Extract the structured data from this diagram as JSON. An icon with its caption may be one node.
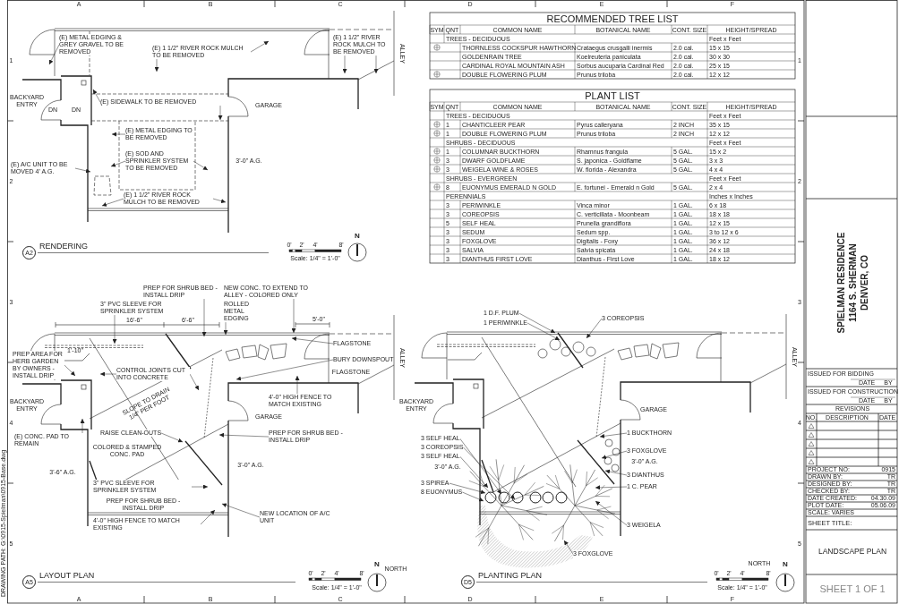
{
  "diagram": {
    "nodes": [
      {
        "text": [
          "(E) METAL EDGING & GREY GRAVEL TO BE REMOVED"
        ]
      },
      {
        "text": [
          "(E) 1 1/2\" RIVER ROCK MULCH TO BE REMOVED"
        ]
      },
      {
        "text": [
          "(E) 1 1/2\" RIVER ROCK MULCH TO BE REMOVED"
        ]
      },
      {
        "text": [
          "(E) SIDEWALK TO BE REMOVED"
        ]
      },
      {
        "text": [
          "(E) METAL EDGING TO BE REMOVED"
        ]
      },
      {
        "text": [
          "(E) SOD AND SPRINKLER SYSTEM TO BE REMOVED"
        ]
      },
      {
        "text": [
          "(E) A/C UNIT TO BE MOVED 4' A.G."
        ]
      },
      {
        "text": [
          "(E) 1 1/2\" RIVER ROCK MULCH TO BE REMOVED"
        ]
      },
      {
        "text": [
          "A2"
        ],
        "beside": [
          "RENDERING"
        ]
      },
      {
        "text": [
          "3\" PVC SLEEVE FOR SPRINKLER SYSTEM"
        ]
      },
      {
        "text": [
          "PREP FOR SHRUB BED - INSTALL DRIP"
        ]
      },
      {
        "text": [
          "NEW CONC. TO EXTEND TO ALLEY - COLORED ONLY"
        ]
      },
      {
        "text": [
          "ROLLED METAL EDGING"
        ]
      },
      {
        "text": [
          "FLAGSTONE"
        ]
      },
      {
        "text": [
          "PREP AREA FOR HERB GARDEN BY OWNERS - INSTALL DRIP"
        ]
      },
      {
        "text": [
          "CONTROL JOINTS CUT INTO CONCRETE"
        ]
      },
      {
        "text": [
          "BURY DOWNSPOUT"
        ]
      },
      {
        "text": [
          "4'-0\" HIGH FENCE TO MATCH EXISTING"
        ]
      },
      {
        "text": [
          "(E) CONC. PAD TO REMAIN"
        ]
      },
      {
        "text": [
          "RAISE CLEAN-OUTS"
        ]
      },
      {
        "text": [
          "PREP FOR SHRUB BED - INSTALL DRIP"
        ]
      },
      {
        "text": [
          "3\" PVC SLEEVE FOR SPRINKLER SYSTEM"
        ]
      },
      {
        "text": [
          "4'-0\" HIGH FENCE TO MATCH EXISTING"
        ]
      },
      {
        "text": [
          "NEW LOCATION OF A/C UNIT"
        ]
      },
      {
        "text": [
          "A5"
        ],
        "beside": [
          "LAYOUT PLAN"
        ]
      },
      {
        "text": [
          "1 D.F. PLUM"
        ]
      },
      {
        "text": [
          "1 PERIWINKLE"
        ]
      },
      {
        "text": [
          "3 COREOPSIS"
        ]
      },
      {
        "text": [
          "3 SELF HEAL"
        ]
      },
      {
        "text": [
          "3 COREOPSIS"
        ]
      },
      {
        "text": [
          "3 SELF HEAL"
        ]
      },
      {
        "text": [
          "3 SPIREA"
        ]
      },
      {
        "text": [
          "8 EUONYMUS"
        ]
      },
      {
        "text": [
          "1 BUCKTHORN"
        ]
      },
      {
        "text": [
          "3 FOXGLOVE"
        ]
      },
      {
        "text": [
          "3 DIANTHUS"
        ]
      },
      {
        "text": [
          "1 C. PEAR"
        ]
      },
      {
        "text": [
          "3 WEIGELA"
        ]
      },
      {
        "text": [
          "3 FOXGLOVE"
        ]
      },
      {
        "text": [
          "D5"
        ],
        "beside": [
          "PLANTING PLAN"
        ]
      }
    ],
    "edges": [
      {
        "from": 0,
        "to": null,
        "arrow": "to"
      },
      {
        "from": 1,
        "to": null,
        "arrow": "to"
      },
      {
        "from": 1,
        "to": null,
        "arrow": "to"
      },
      {
        "from": 2,
        "to": null,
        "arrow": "to"
      },
      {
        "from": 2,
        "to": null,
        "arrow": "to"
      },
      {
        "from": 3,
        "to": null,
        "arrow": "to"
      },
      {
        "from": 3,
        "to": null,
        "arrow": "to"
      },
      {
        "from": 4,
        "to": null,
        "arrow": "to"
      },
      {
        "from": 5,
        "to": null,
        "arrow": "to"
      },
      {
        "from": 5,
        "to": null,
        "arrow": "to"
      },
      {
        "from": 6,
        "to": null,
        "arrow": "to"
      },
      {
        "from": 7,
        "to": null,
        "arrow": "to"
      },
      {
        "from": 7,
        "to": null,
        "arrow": "to"
      },
      {
        "from": 9,
        "to": null,
        "arrow": "to"
      },
      {
        "from": 10,
        "to": null,
        "arrow": "to"
      },
      {
        "from": 11,
        "to": null,
        "arrow": "to"
      },
      {
        "from": 12,
        "to": null,
        "arrow": "to"
      },
      {
        "from": 13,
        "to": null,
        "arrow": "to"
      },
      {
        "from": 14,
        "to": null,
        "arrow": "to"
      },
      {
        "from": 15,
        "to": null,
        "arrow": "to"
      },
      {
        "from": 15,
        "to": null,
        "arrow": "to"
      },
      {
        "from": 16,
        "to": null,
        "arrow": "to"
      },
      {
        "from": 17,
        "to": null,
        "arrow": "to"
      },
      {
        "from": 18,
        "to": null,
        "arrow": "to"
      },
      {
        "from": 19,
        "to": null,
        "arrow": "to"
      },
      {
        "from": 20,
        "to": null,
        "arrow": "to"
      },
      {
        "from": 21,
        "to": null,
        "arrow": "to"
      },
      {
        "from": 22,
        "to": null,
        "arrow": "to"
      },
      {
        "from": 23,
        "to": null,
        "arrow": "to"
      },
      {
        "from": 25,
        "to": null,
        "arrow": "to"
      },
      {
        "from": 26,
        "to": null,
        "arrow": "to"
      },
      {
        "from": 27,
        "to": null,
        "arrow": "to"
      },
      {
        "from": 28,
        "to": null,
        "arrow": "to"
      },
      {
        "from": 29,
        "to": null,
        "arrow": "to"
      },
      {
        "from": 30,
        "to": null,
        "arrow": "to"
      },
      {
        "from": 31,
        "to": null,
        "arrow": "to"
      },
      {
        "from": 32,
        "to": null,
        "arrow": "to"
      },
      {
        "from": 33,
        "to": null,
        "arrow": "to"
      },
      {
        "from": 34,
        "to": null,
        "arrow": "to"
      },
      {
        "from": 35,
        "to": null,
        "arrow": "to"
      },
      {
        "from": 36,
        "to": null,
        "arrow": "to"
      },
      {
        "from": 37,
        "to": null,
        "arrow": "to"
      },
      {
        "from": 38,
        "to": null,
        "arrow": "to"
      }
    ],
    "labels": [
      "A",
      "B",
      "C",
      "D",
      "E",
      "F",
      "1",
      "2",
      "3",
      "4",
      "5",
      "1",
      "2",
      "3",
      "4",
      "5",
      "A",
      "B",
      "C",
      "D",
      "E",
      "F",
      "BACKYARD ENTRY",
      "DN",
      "DN",
      "GARAGE",
      "3'-0\" A.G.",
      "ALLEY",
      "0'",
      "2'",
      "4'",
      "8'",
      "Scale: 1/4\" = 1'-0\"",
      "N",
      "16'-6\"",
      "6'-6\"",
      "5'-0\"",
      "1'-10\"",
      "FLAGSTONE",
      "BACKYARD ENTRY",
      "GARAGE",
      "SLOPE TO DRAIN 1/4\" PER FOOT",
      "COLORED & STAMPED CONC. PAD",
      "3'-6\" A.G.",
      "3'-0\" A.G.",
      "PREP FOR SHRUB BED - INSTALL DRIP",
      "ALLEY",
      "0'",
      "2'",
      "4'",
      "8'",
      "Scale: 1/4\" = 1'-0\"",
      "N",
      "NORTH",
      "BACKYARD ENTRY",
      "GARAGE",
      "3'-0\" A.G.",
      "3'-0\" A.G.",
      "ALLEY",
      "0'",
      "2'",
      "4'",
      "8'",
      "Scale: 1/4\" = 1'-0\"",
      "NORTH",
      "N",
      "RECOMMENDED TREE LIST",
      "SYM",
      "QNT",
      "COMMON NAME",
      "BOTANICAL NAME",
      "CONT. SIZE",
      "HEIGHT/SPREAD",
      "TREES - DECIDUOUS",
      "Feet x Feet",
      "THORNLESS COCKSPUR HAWTHORN",
      "Crataegus crusgalli inermis",
      "2.0 cal.",
      "15 x 15",
      "GOLDENRAIN TREE",
      "Koelreuteria paniculata",
      "2.0 cal.",
      "30 x 30",
      "CARDINAL ROYAL MOUNTAIN ASH",
      "Sorbus aucuparia Cardinal Red",
      "2.0 cal.",
      "25 x 15",
      "DOUBLE FLOWERING PLUM",
      "Prunus triloba",
      "2.0 cal.",
      "12 x 12",
      "PLANT LIST",
      "SYM",
      "QNT",
      "COMMON NAME",
      "BOTANICAL NAME",
      "CONT. SIZE",
      "HEIGHT/SPREAD",
      "TREES - DECIDUOUS",
      "Feet x Feet",
      "1",
      "CHANTICLEER PEAR",
      "Pyrus calleryana",
      "2 INCH",
      "35 x 15",
      "1",
      "DOUBLE FLOWERING PLUM",
      "Prunus triloba",
      "2 INCH",
      "12 x 12",
      "SHRUBS - DECIDUOUS",
      "Feet x Feet",
      "1",
      "COLUMNAR BUCKTHORN",
      "Rhamnus frangula",
      "5 GAL.",
      "15 x 2",
      "3",
      "DWARF GOLDFLAME",
      "S. japonica - Goldflame",
      "5 GAL.",
      "3 x 3",
      "3",
      "WEIGELA WINE & ROSES",
      "W. florida - Alexandra",
      "5 GAL.",
      "4 x 4",
      "SHRUBS - EVERGREEN",
      "Feet x Feet",
      "8",
      "EUONYMUS EMERALD N GOLD",
      "E. fortunei - Emerald n Gold",
      "5 GAL.",
      "2 x 4",
      "PERENNIALS",
      "Inches x Inches",
      "3",
      "PERIWINKLE",
      "Vinca minor",
      "1 GAL.",
      "6 x 18",
      "3",
      "COREOPSIS",
      "C. verticillata - Moonbeam",
      "1 GAL.",
      "18 x 18",
      "5",
      "SELF HEAL",
      "Prunella grandiflora",
      "1 GAL.",
      "12 x 15",
      "3",
      "SEDUM",
      "Sedum spp.",
      "1 GAL.",
      "3 to 12 x 6",
      "3",
      "FOXGLOVE",
      "Digitalis - Foxy",
      "1 GAL.",
      "36 x 12",
      "3",
      "SALVIA",
      "Salvia spicata",
      "1 GAL.",
      "24 x 18",
      "3",
      "DIANTHUS FIRST LOVE",
      "Dianthus - First Love",
      "1 GAL.",
      "18 x 12",
      "SPIELMAN RESIDENCE",
      "1164 S. SHERMAN",
      "DENVER, CO",
      "ISSUED FOR BIDDING",
      "DATE",
      "BY",
      "ISSUED FOR CONSTRUCTION",
      "DATE",
      "BY",
      "REVISIONS",
      "NO.",
      "DESCRIPTION",
      "DATE",
      "PROJECT NO:",
      "0915",
      "DRAWN BY:",
      "TR",
      "DESIGNED BY:",
      "TR",
      "CHECKED BY:",
      "TR",
      "DATE CREATED:",
      "04.30.09",
      "PLOT DATE:",
      "05.06.09",
      "SCALE:  VARIES",
      "SHEET TITLE:",
      "LANDSCAPE PLAN",
      "SHEET 1 OF 1",
      "DRAWING PATH: G:\\0915-Spielman\\0915-Base.dwg"
    ]
  }
}
